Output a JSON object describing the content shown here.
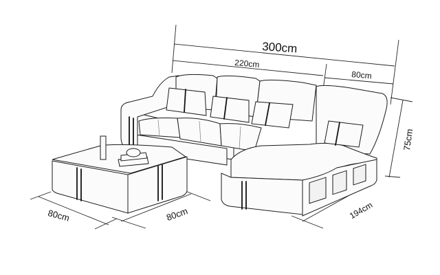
{
  "diagram": {
    "subject": "L-shaped sectional sofa with chaise and square coffee table",
    "line_color": "#1a1a1a",
    "background": "#ffffff"
  },
  "dimensions": {
    "total_width": "300cm",
    "main_section_width": "220cm",
    "chaise_width": "80cm",
    "height": "75cm",
    "chaise_depth": "194cm",
    "table_width": "80cm",
    "table_depth": "80cm"
  }
}
